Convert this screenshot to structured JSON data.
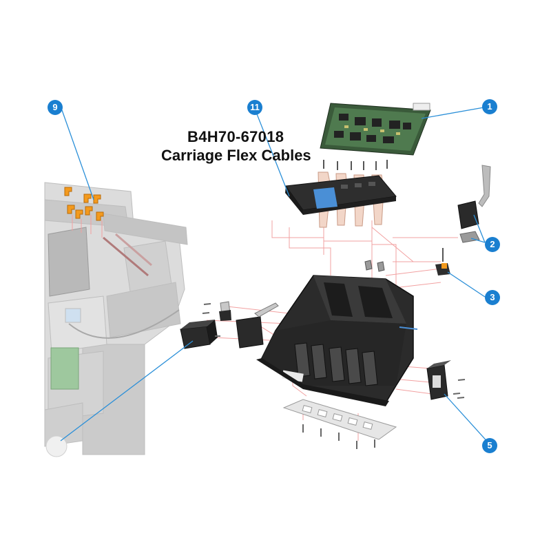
{
  "title": {
    "part_number": "B4H70-67018",
    "description": "Carriage Flex Cables"
  },
  "callouts": [
    {
      "id": "c1",
      "label": "1"
    },
    {
      "id": "c2",
      "label": "2"
    },
    {
      "id": "c3",
      "label": "3"
    },
    {
      "id": "c5",
      "label": "5"
    },
    {
      "id": "c9",
      "label": "9"
    },
    {
      "id": "c11",
      "label": "11"
    }
  ],
  "colors": {
    "callout": "#1a7fd0",
    "leader": "#2a8fd8",
    "assembly_line": "#f2a0a0",
    "highlight_part": "#f39a1e",
    "printer_ghost": "#cfcfcf",
    "carriage": "#2b2b2b",
    "connector_blue": "#4a8fd6"
  }
}
